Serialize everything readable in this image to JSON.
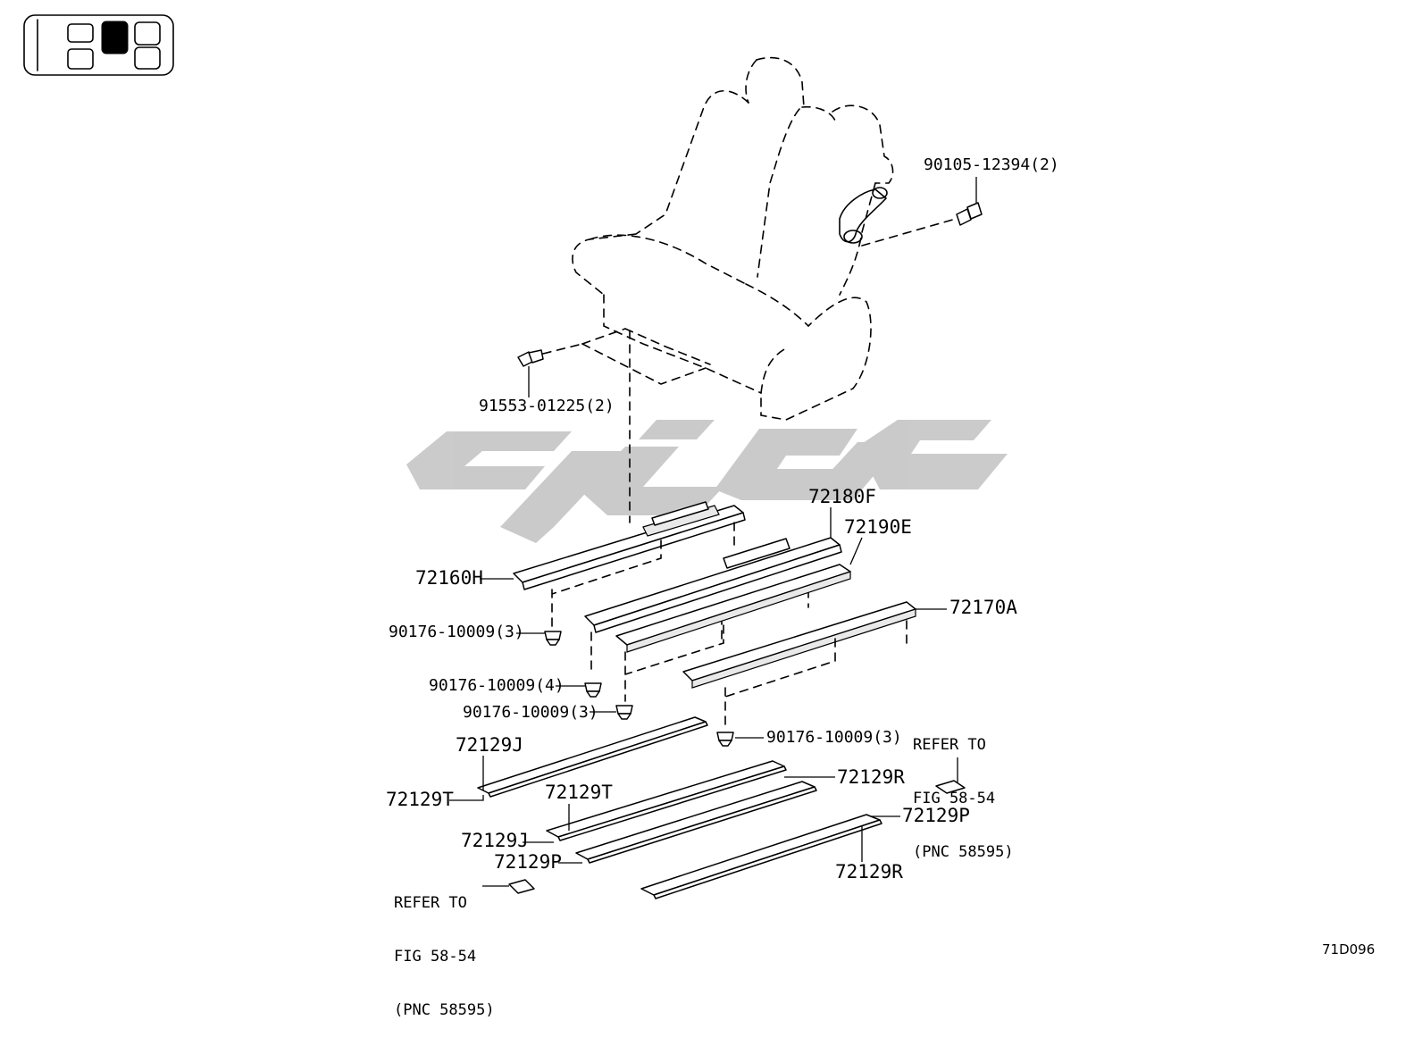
{
  "diagram_code": "71D096",
  "refer_note": [
    "REFER TO",
    "FIG 58-54",
    "(PNC 58595)"
  ],
  "callouts": {
    "bolt_upper": "90105-12394(2)",
    "bolt_lower": "91553-01225(2)",
    "track_left": "72160H",
    "track_mid_upper": "72180F",
    "track_mid_lower": "72190E",
    "track_right": "72170A",
    "clip_1": "90176-10009(3)",
    "clip_2": "90176-10009(4)",
    "clip_3": "90176-10009(3)",
    "clip_4": "90176-10009(3)",
    "strip_a_top": "72129J",
    "strip_a_bottom": "72129T",
    "strip_b_top": "72129T",
    "strip_b_mid": "72129J",
    "strip_b_bottom": "72129P",
    "strip_c_top": "72129R",
    "strip_d_top": "72129P",
    "strip_d_bottom": "72129R"
  },
  "watermark_color": "#c8c8c8"
}
